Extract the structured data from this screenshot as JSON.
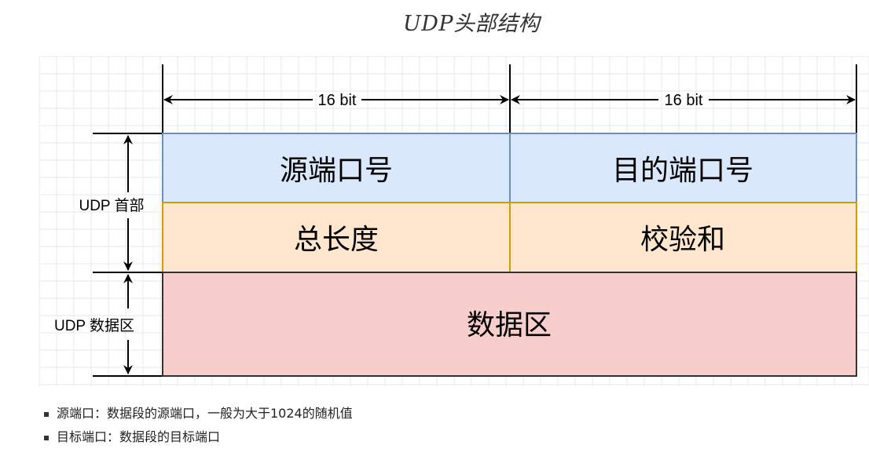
{
  "title": "UDP头部结构",
  "diagram": {
    "bit_labels": [
      "16 bit",
      "16 bit"
    ],
    "side_labels": {
      "header": "UDP 首部",
      "data": "UDP 数据区"
    },
    "cells": {
      "src_port": "源端口号",
      "dst_port": "目的端口号",
      "length": "总长度",
      "checksum": "校验和",
      "data": "数据区"
    },
    "colors": {
      "port_fill": "#dae8fc",
      "port_stroke": "#6c8ebf",
      "len_fill": "#ffe6cc",
      "len_stroke": "#d79b00",
      "data_fill": "#f8cecc",
      "data_stroke": "#333333",
      "grid": "#e8e8e8"
    }
  },
  "notes": [
    "源端口：数据段的源端口，一般为大于1024的随机值",
    "目标端口：数据段的目标端口"
  ]
}
